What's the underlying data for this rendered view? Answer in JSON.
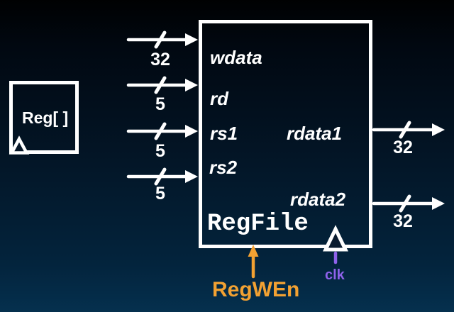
{
  "diagram": {
    "blocks": {
      "reg_array": {
        "label": "Reg[ ]"
      },
      "regfile": {
        "title": "RegFile",
        "inputs": [
          {
            "port": "wdata",
            "bus_width": "32"
          },
          {
            "port": "rd",
            "bus_width": "5"
          },
          {
            "port": "rs1",
            "bus_width": "5"
          },
          {
            "port": "rs2",
            "bus_width": "5"
          }
        ],
        "outputs": [
          {
            "port": "rdata1",
            "bus_width": "32"
          },
          {
            "port": "rdata2",
            "bus_width": "32"
          }
        ]
      }
    },
    "signals": {
      "write_enable": {
        "label": "RegWEn",
        "color": "#F2A132"
      },
      "clock": {
        "label": "clk",
        "color": "#8F62EA"
      }
    },
    "colors": {
      "wire": "#FFFFFF",
      "background_top": "#000102",
      "background_bottom": "#05304E"
    }
  }
}
